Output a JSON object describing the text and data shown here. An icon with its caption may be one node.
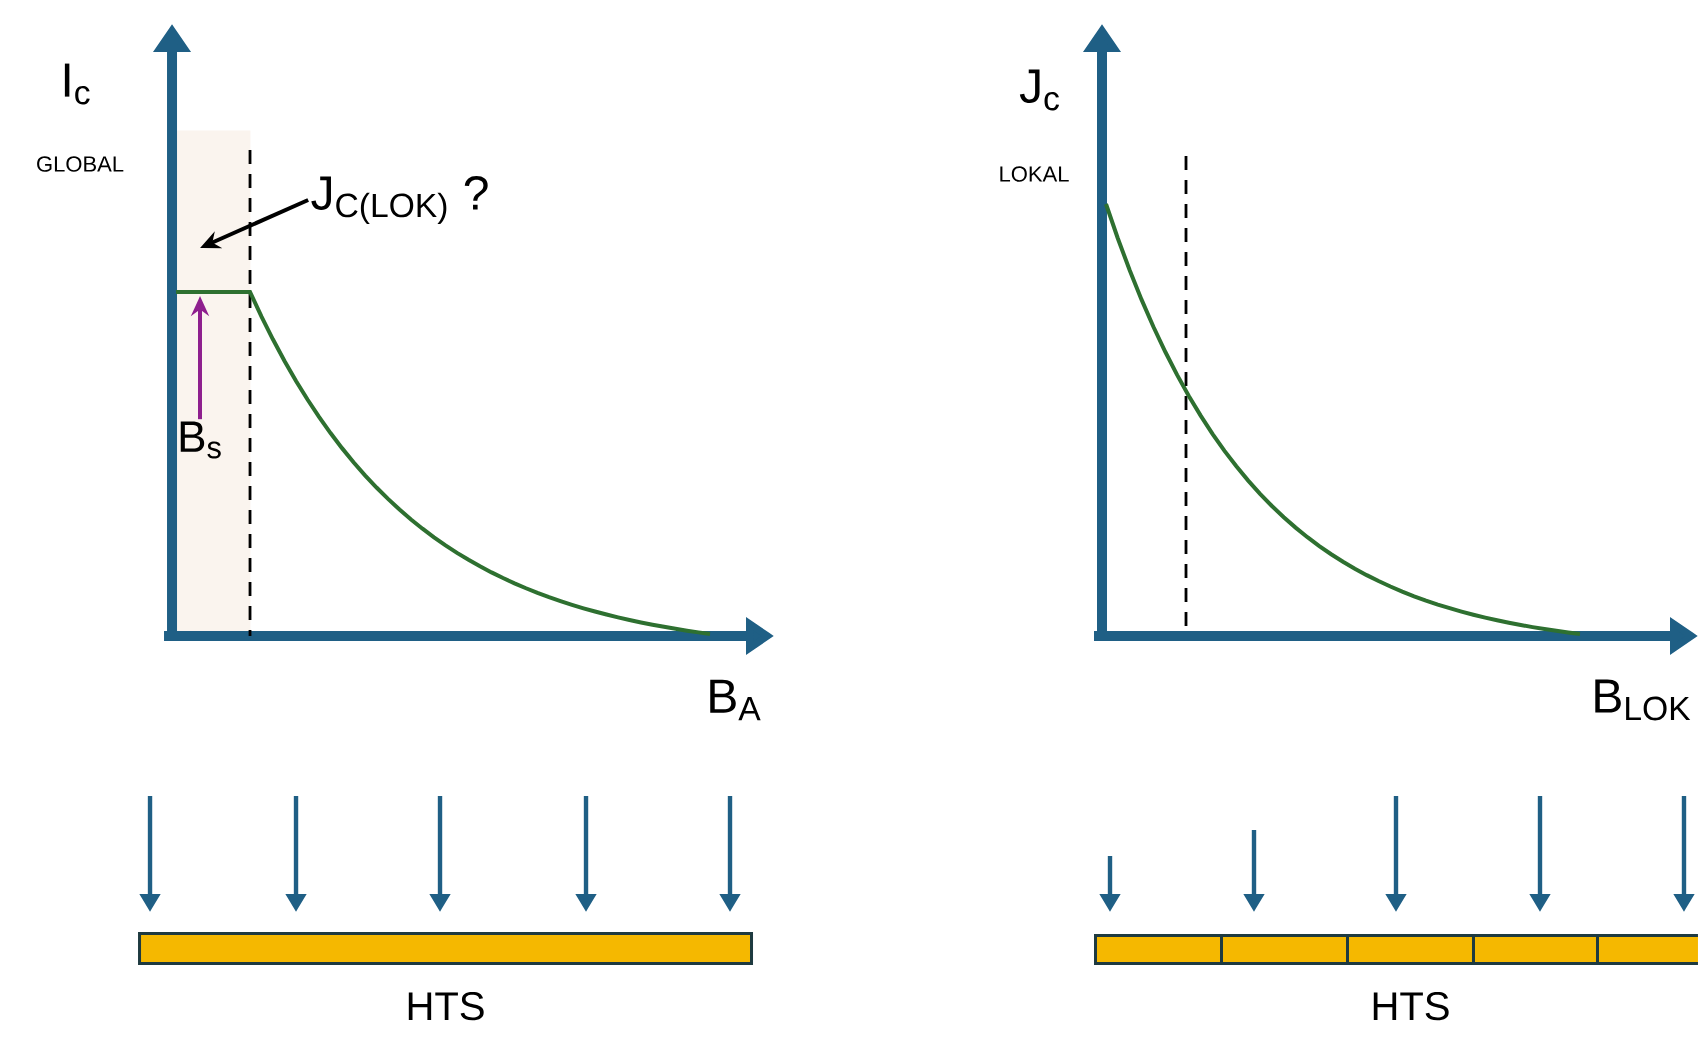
{
  "diagram": {
    "nodes": [
      {
        "text": [],
        "shape": "box"
      },
      {
        "text": [
          "J$_{C(LOK)}$ ?"
        ]
      },
      {
        "text": [
          "B$_{s}$"
        ],
        "in": 0
      },
      {
        "text": [],
        "shape": "bar",
        "beside": [
          "HTS"
        ]
      },
      {
        "text": [],
        "shape": "bar"
      },
      {
        "text": [],
        "shape": "bar"
      },
      {
        "text": [],
        "shape": "bar",
        "beside": [
          "HTS"
        ]
      },
      {
        "text": [],
        "shape": "bar"
      },
      {
        "text": [],
        "shape": "bar"
      }
    ],
    "edges": [
      {
        "from": 1,
        "to": 0,
        "arrow": "to"
      },
      {
        "from": 2,
        "to": 0,
        "arrow": "to",
        "color": "#8e1f8e"
      }
    ],
    "labels": [
      "I$_{c}$",
      "GLOBAL",
      "B$_{A}$",
      "J$_{c}$",
      "LOKAL",
      "B$_{LOK}$"
    ]
  }
}
